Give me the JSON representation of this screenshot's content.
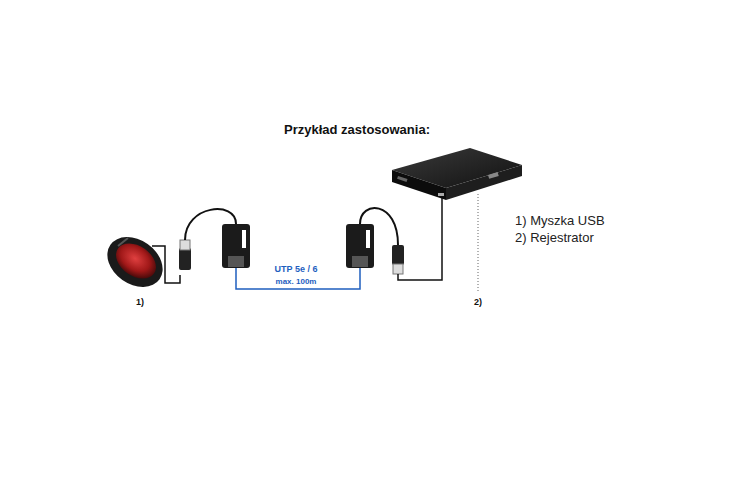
{
  "diagram": {
    "title": "Przykład zastosowania:",
    "labels": [
      "UTP 5e / 6",
      "max. 100m",
      "1)",
      "2)",
      "1) Myszka USB",
      "2) Rejestrator"
    ]
  }
}
